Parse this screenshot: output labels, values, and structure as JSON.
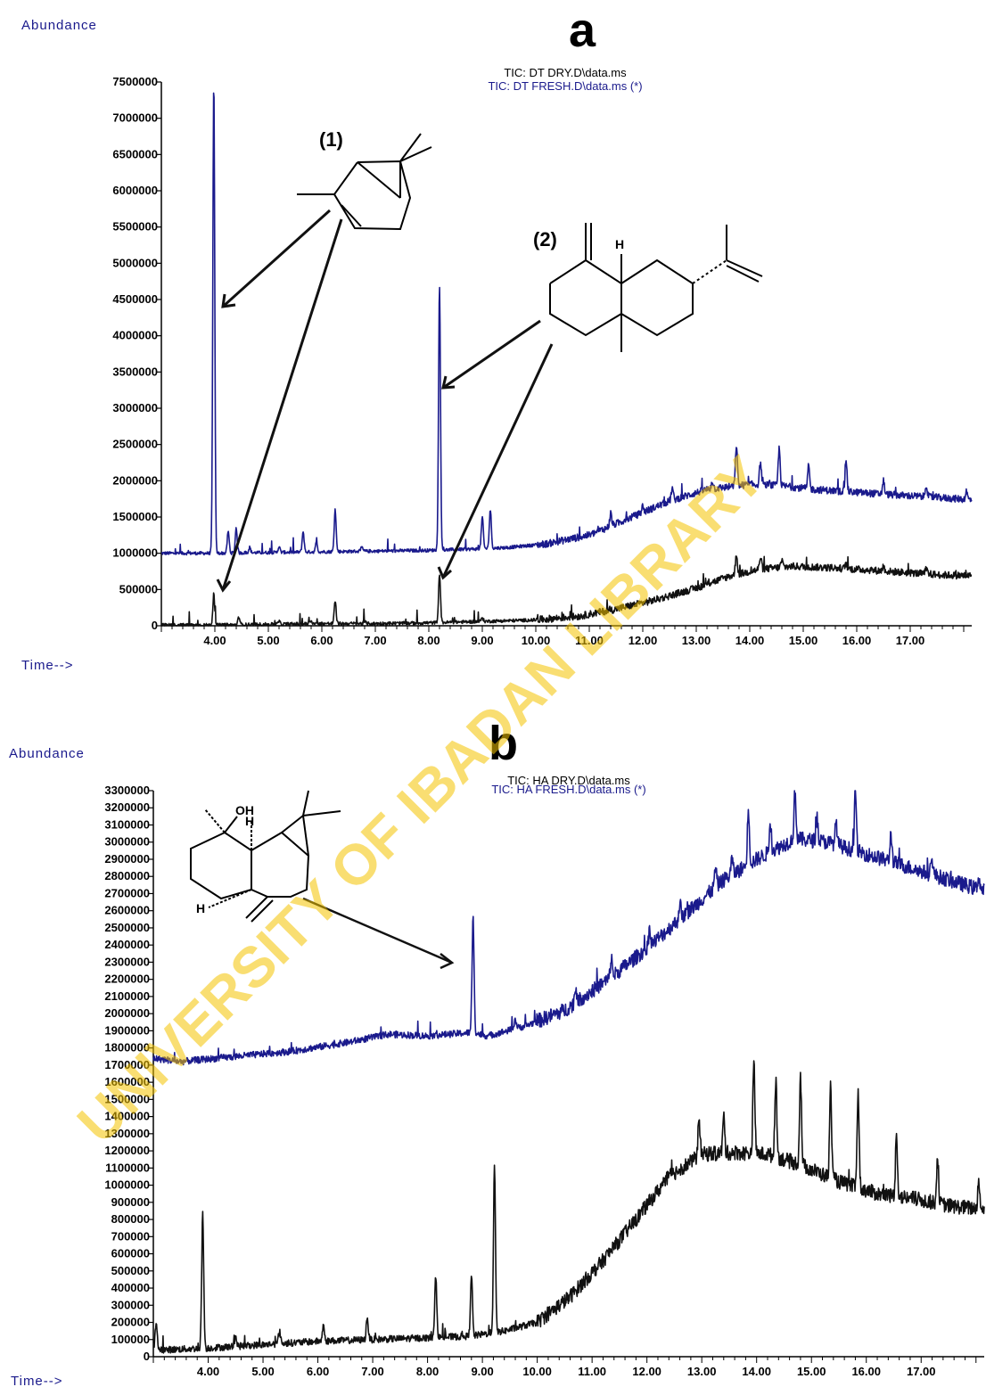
{
  "page": {
    "abundance_label": "Abundance",
    "time_label": "Time-->",
    "watermark": "UNIVERSITY OF IBADAN LIBRARY"
  },
  "colors": {
    "fresh": "#1a1a8c",
    "dry": "#111111",
    "axis": "#000000",
    "watermark": "#f5c400"
  },
  "structures": {
    "a1_label": "(1)",
    "a2_label": "(2)",
    "a2_atom_h": "H",
    "b_atom_oh": "OH",
    "b_atom_h1": "H",
    "b_atom_h2": "H"
  },
  "chart_data": [
    {
      "panel": "a",
      "type": "line",
      "title": "TIC: DT DRY.D\\data.ms",
      "subtitle": "TIC: DT FRESH.D\\data.ms (*)",
      "xlabel": "Time-->",
      "ylabel": "Abundance",
      "xlim": [
        3.0,
        18.15
      ],
      "ylim": [
        0,
        7500000
      ],
      "x_ticks": [
        "4.00",
        "5.00",
        "6.00",
        "7.00",
        "8.00",
        "9.00",
        "10.00",
        "11.00",
        "12.00",
        "13.00",
        "14.00",
        "15.00",
        "16.00",
        "17.00"
      ],
      "y_ticks": [
        "0",
        "500000",
        "1000000",
        "1500000",
        "2000000",
        "2500000",
        "3000000",
        "3500000",
        "4000000",
        "4500000",
        "5000000",
        "5500000",
        "6000000",
        "6500000",
        "7000000",
        "7500000"
      ],
      "grid": false,
      "series": [
        {
          "name": "TIC: DT FRESH.D\\data.ms (*)",
          "color": "#1a1a8c",
          "baseline": [
            [
              3.0,
              1000000
            ],
            [
              4.0,
              1000000
            ],
            [
              5.0,
              1010000
            ],
            [
              6.0,
              1020000
            ],
            [
              7.0,
              1030000
            ],
            [
              8.0,
              1040000
            ],
            [
              8.9,
              1060000
            ],
            [
              9.5,
              1080000
            ],
            [
              10.2,
              1130000
            ],
            [
              11.0,
              1250000
            ],
            [
              11.8,
              1500000
            ],
            [
              12.5,
              1720000
            ],
            [
              13.2,
              1880000
            ],
            [
              14.0,
              1950000
            ],
            [
              14.6,
              1930000
            ],
            [
              15.2,
              1880000
            ],
            [
              16.0,
              1840000
            ],
            [
              16.8,
              1800000
            ],
            [
              17.5,
              1770000
            ],
            [
              18.1,
              1740000
            ]
          ],
          "peaks": [
            [
              3.98,
              7500000
            ],
            [
              4.25,
              1300000
            ],
            [
              4.4,
              1350000
            ],
            [
              4.65,
              1080000
            ],
            [
              5.2,
              1090000
            ],
            [
              5.65,
              1300000
            ],
            [
              5.9,
              1150000
            ],
            [
              6.25,
              1600000
            ],
            [
              6.75,
              1080000
            ],
            [
              8.2,
              4700000
            ],
            [
              9.0,
              1500000
            ],
            [
              9.15,
              1600000
            ],
            [
              11.4,
              1550000
            ],
            [
              12.0,
              1650000
            ],
            [
              12.55,
              1900000
            ],
            [
              13.3,
              2000000
            ],
            [
              13.75,
              2500000
            ],
            [
              14.2,
              2250000
            ],
            [
              14.55,
              2450000
            ],
            [
              15.1,
              2200000
            ],
            [
              15.8,
              2300000
            ],
            [
              16.5,
              2000000
            ],
            [
              17.3,
              1950000
            ],
            [
              18.05,
              1850000
            ]
          ]
        },
        {
          "name": "TIC: DT DRY.D\\data.ms",
          "color": "#111111",
          "baseline": [
            [
              3.0,
              10000
            ],
            [
              4.0,
              10000
            ],
            [
              5.0,
              20000
            ],
            [
              6.0,
              30000
            ],
            [
              7.0,
              30000
            ],
            [
              8.0,
              40000
            ],
            [
              9.0,
              60000
            ],
            [
              10.0,
              80000
            ],
            [
              10.8,
              130000
            ],
            [
              11.5,
              230000
            ],
            [
              12.2,
              350000
            ],
            [
              13.0,
              520000
            ],
            [
              13.6,
              680000
            ],
            [
              14.2,
              780000
            ],
            [
              14.8,
              820000
            ],
            [
              15.5,
              800000
            ],
            [
              16.2,
              770000
            ],
            [
              17.0,
              730000
            ],
            [
              17.6,
              700000
            ],
            [
              18.1,
              690000
            ]
          ],
          "peaks": [
            [
              3.98,
              420000
            ],
            [
              4.45,
              120000
            ],
            [
              5.2,
              60000
            ],
            [
              5.8,
              70000
            ],
            [
              6.25,
              340000
            ],
            [
              6.8,
              60000
            ],
            [
              8.2,
              720000
            ],
            [
              9.0,
              110000
            ],
            [
              12.55,
              420000
            ],
            [
              13.3,
              620000
            ],
            [
              13.75,
              1000000
            ],
            [
              14.2,
              950000
            ],
            [
              14.6,
              900000
            ],
            [
              15.8,
              860000
            ],
            [
              16.5,
              820000
            ],
            [
              17.3,
              780000
            ]
          ]
        }
      ]
    },
    {
      "panel": "b",
      "type": "line",
      "title": "TIC: HA DRY.D\\data.ms",
      "subtitle": "TIC: HA FRESH.D\\data.ms (*)",
      "xlabel": "Time-->",
      "ylabel": "Abundance",
      "xlim": [
        3.0,
        18.15
      ],
      "ylim": [
        0,
        3300000
      ],
      "x_ticks": [
        "4.00",
        "5.00",
        "6.00",
        "7.00",
        "8.00",
        "9.00",
        "10.00",
        "11.00",
        "12.00",
        "13.00",
        "14.00",
        "15.00",
        "16.00",
        "17.00"
      ],
      "y_ticks": [
        "0",
        "100000",
        "200000",
        "300000",
        "400000",
        "500000",
        "600000",
        "700000",
        "800000",
        "900000",
        "1000000",
        "1100000",
        "1200000",
        "1300000",
        "1400000",
        "1500000",
        "1600000",
        "1700000",
        "1800000",
        "1900000",
        "2000000",
        "2100000",
        "2200000",
        "2300000",
        "2400000",
        "2500000",
        "2600000",
        "2700000",
        "2800000",
        "2900000",
        "3000000",
        "3100000",
        "3200000",
        "3300000"
      ],
      "grid": false,
      "series": [
        {
          "name": "TIC: HA FRESH.D\\data.ms (*)",
          "color": "#1a1a8c",
          "baseline": [
            [
              3.0,
              1740000
            ],
            [
              3.5,
              1720000
            ],
            [
              4.5,
              1750000
            ],
            [
              5.5,
              1780000
            ],
            [
              6.5,
              1830000
            ],
            [
              7.3,
              1880000
            ],
            [
              8.0,
              1870000
            ],
            [
              8.8,
              1890000
            ],
            [
              9.1,
              1870000
            ],
            [
              9.8,
              1930000
            ],
            [
              10.5,
              2020000
            ],
            [
              11.3,
              2200000
            ],
            [
              12.0,
              2380000
            ],
            [
              12.7,
              2580000
            ],
            [
              13.4,
              2780000
            ],
            [
              14.0,
              2900000
            ],
            [
              14.7,
              3020000
            ],
            [
              15.3,
              3000000
            ],
            [
              16.0,
              2930000
            ],
            [
              16.7,
              2860000
            ],
            [
              17.4,
              2790000
            ],
            [
              18.1,
              2720000
            ]
          ],
          "peaks": [
            [
              8.83,
              2560000
            ],
            [
              9.6,
              1970000
            ],
            [
              10.7,
              2150000
            ],
            [
              11.35,
              2320000
            ],
            [
              12.05,
              2500000
            ],
            [
              12.6,
              2650000
            ],
            [
              13.25,
              2850000
            ],
            [
              13.55,
              2900000
            ],
            [
              13.85,
              3200000
            ],
            [
              14.25,
              3120000
            ],
            [
              14.7,
              3300000
            ],
            [
              15.1,
              3150000
            ],
            [
              15.45,
              3120000
            ],
            [
              15.8,
              3300000
            ],
            [
              16.45,
              3050000
            ],
            [
              17.2,
              2900000
            ],
            [
              18.05,
              2800000
            ]
          ]
        },
        {
          "name": "TIC: HA DRY.D\\data.ms",
          "color": "#111111",
          "baseline": [
            [
              3.0,
              50000
            ],
            [
              3.2,
              40000
            ],
            [
              4.0,
              50000
            ],
            [
              5.0,
              70000
            ],
            [
              6.0,
              90000
            ],
            [
              7.0,
              100000
            ],
            [
              8.0,
              110000
            ],
            [
              8.8,
              120000
            ],
            [
              9.4,
              150000
            ],
            [
              10.0,
              200000
            ],
            [
              10.6,
              350000
            ],
            [
              11.2,
              560000
            ],
            [
              11.8,
              800000
            ],
            [
              12.4,
              1050000
            ],
            [
              13.0,
              1180000
            ],
            [
              13.6,
              1190000
            ],
            [
              14.2,
              1180000
            ],
            [
              14.8,
              1120000
            ],
            [
              15.5,
              1020000
            ],
            [
              16.2,
              950000
            ],
            [
              16.9,
              920000
            ],
            [
              17.5,
              880000
            ],
            [
              18.1,
              860000
            ]
          ],
          "peaks": [
            [
              3.05,
              190000
            ],
            [
              3.9,
              840000
            ],
            [
              4.5,
              120000
            ],
            [
              5.3,
              150000
            ],
            [
              6.1,
              180000
            ],
            [
              6.9,
              230000
            ],
            [
              8.15,
              470000
            ],
            [
              8.8,
              480000
            ],
            [
              9.22,
              1100000
            ],
            [
              12.95,
              1400000
            ],
            [
              13.4,
              1400000
            ],
            [
              13.95,
              1720000
            ],
            [
              14.35,
              1620000
            ],
            [
              14.8,
              1640000
            ],
            [
              15.35,
              1580000
            ],
            [
              15.85,
              1550000
            ],
            [
              16.55,
              1300000
            ],
            [
              17.3,
              1170000
            ],
            [
              18.05,
              1030000
            ]
          ]
        }
      ]
    }
  ]
}
